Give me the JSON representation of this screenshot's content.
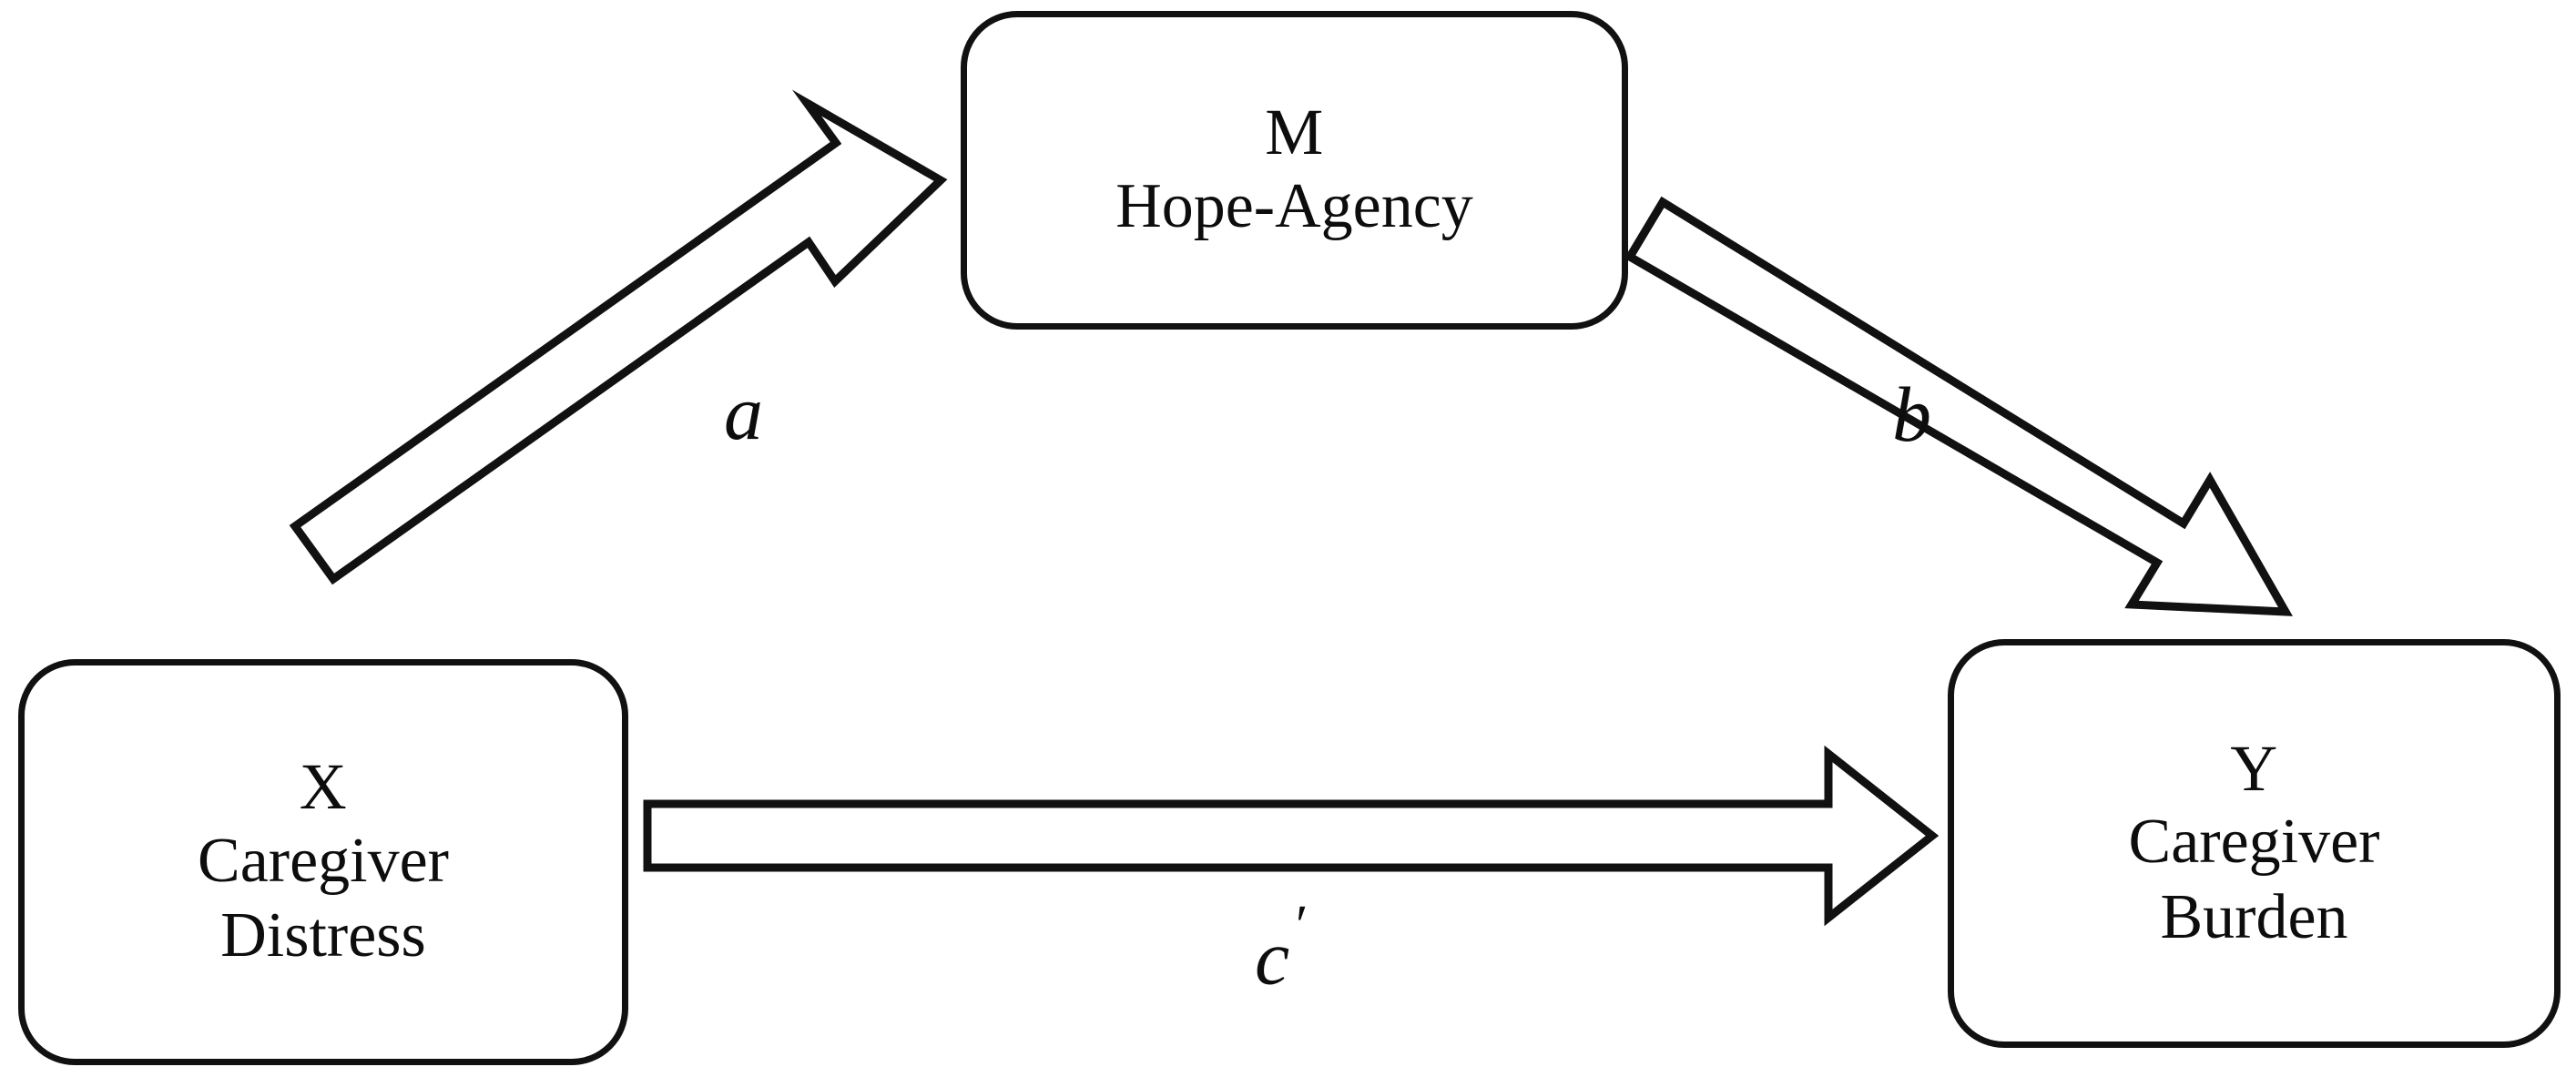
{
  "diagram": {
    "type": "mediation-model",
    "title": "",
    "background_color": "#ffffff",
    "stroke_color": "#111111",
    "text_color": "#0d0d0d",
    "nodes": [
      {
        "id": "M",
        "code": "M",
        "role": "mediator",
        "label_lines": [
          "Hope-Agency"
        ],
        "name": "Hope-Agency"
      },
      {
        "id": "X",
        "code": "X",
        "role": "predictor",
        "label_lines": [
          "Caregiver",
          "Distress"
        ],
        "name": "Caregiver Distress"
      },
      {
        "id": "Y",
        "code": "Y",
        "role": "outcome",
        "label_lines": [
          "Caregiver",
          "Burden"
        ],
        "name": "Caregiver Burden"
      }
    ],
    "paths": [
      {
        "id": "a",
        "label": "a",
        "from": "X",
        "to": "M",
        "style": "hollow-block-arrow",
        "direction": "up-right"
      },
      {
        "id": "b",
        "label": "b",
        "from": "M",
        "to": "Y",
        "style": "hollow-block-arrow",
        "direction": "down-right"
      },
      {
        "id": "c_prime",
        "label": "c",
        "label_prime": "′",
        "from": "X",
        "to": "Y",
        "style": "hollow-block-arrow",
        "direction": "right"
      }
    ]
  }
}
